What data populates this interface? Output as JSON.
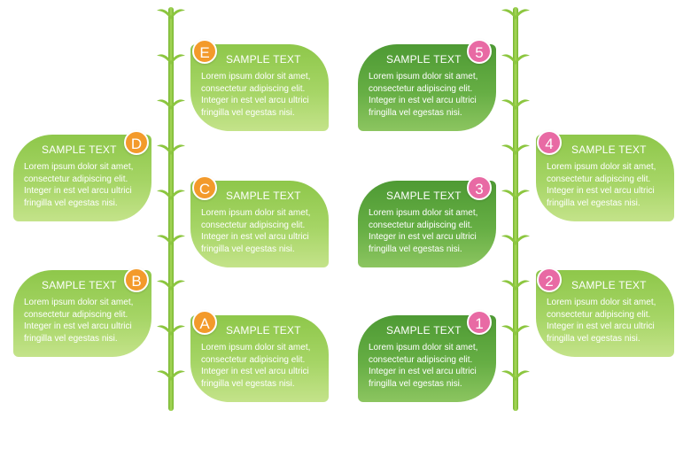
{
  "colors": {
    "light_leaf": "#a6d566",
    "dark_leaf": "#66ae44",
    "stem": "#8cc63f",
    "orange_badge": "#f39a2b",
    "pink_badge": "#e86aa4"
  },
  "left_column": [
    {
      "id": "E",
      "label": "E",
      "title": "SAMPLE TEXT",
      "body": "Lorem ipsum dolor sit amet, consectetur adipiscing elit. Integer in est vel arcu ultrici fringilla vel egestas nisi."
    },
    {
      "id": "D",
      "label": "D",
      "title": "SAMPLE TEXT",
      "body": "Lorem ipsum dolor sit amet, consectetur adipiscing elit. Integer in est vel arcu ultrici fringilla vel egestas nisi."
    },
    {
      "id": "C",
      "label": "C",
      "title": "SAMPLE TEXT",
      "body": "Lorem ipsum dolor sit amet, consectetur adipiscing elit. Integer in est vel arcu ultrici fringilla vel egestas nisi."
    },
    {
      "id": "B",
      "label": "B",
      "title": "SAMPLE TEXT",
      "body": "Lorem ipsum dolor sit amet, consectetur adipiscing elit. Integer in est vel arcu ultrici fringilla vel egestas nisi."
    },
    {
      "id": "A",
      "label": "A",
      "title": "SAMPLE TEXT",
      "body": "Lorem ipsum dolor sit amet, consectetur adipiscing elit. Integer in est vel arcu ultrici fringilla vel egestas nisi."
    }
  ],
  "right_column": [
    {
      "id": "5",
      "label": "5",
      "title": "SAMPLE TEXT",
      "body": "Lorem ipsum dolor sit amet, consectetur adipiscing elit. Integer in est vel arcu ultrici fringilla vel egestas nisi."
    },
    {
      "id": "4",
      "label": "4",
      "title": "SAMPLE TEXT",
      "body": "Lorem ipsum dolor sit amet, consectetur adipiscing elit. Integer in est vel arcu ultrici fringilla vel egestas nisi."
    },
    {
      "id": "3",
      "label": "3",
      "title": "SAMPLE TEXT",
      "body": "Lorem ipsum dolor sit amet, consectetur adipiscing elit. Integer in est vel arcu ultrici fringilla vel egestas nisi."
    },
    {
      "id": "2",
      "label": "2",
      "title": "SAMPLE TEXT",
      "body": "Lorem ipsum dolor sit amet, consectetur adipiscing elit. Integer in est vel arcu ultrici fringilla vel egestas nisi."
    },
    {
      "id": "1",
      "label": "1",
      "title": "SAMPLE TEXT",
      "body": "Lorem ipsum dolor sit amet, consectetur adipiscing elit. Integer in est vel arcu ultrici fringilla vel egestas nisi."
    }
  ]
}
